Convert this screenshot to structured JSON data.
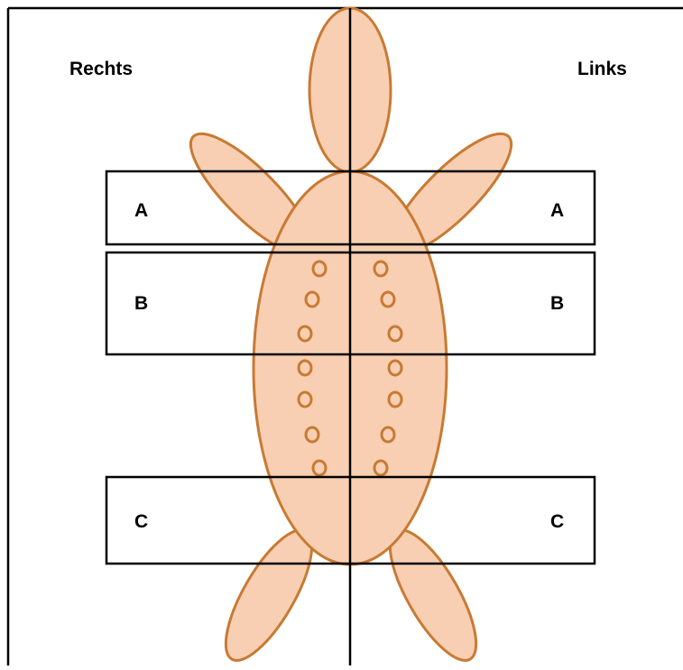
{
  "labels": {
    "right_side": "Rechts",
    "left_side": "Links"
  },
  "zones": [
    {
      "id": "A",
      "left_text": "A",
      "right_text": "A"
    },
    {
      "id": "B",
      "left_text": "B",
      "right_text": "B"
    },
    {
      "id": "C",
      "left_text": "C",
      "right_text": "C"
    }
  ],
  "colors": {
    "fill": "#F8CFB2",
    "stroke": "#C87A33",
    "line": "#000000",
    "background": "#FFFFFF"
  },
  "dot_rows": 7
}
